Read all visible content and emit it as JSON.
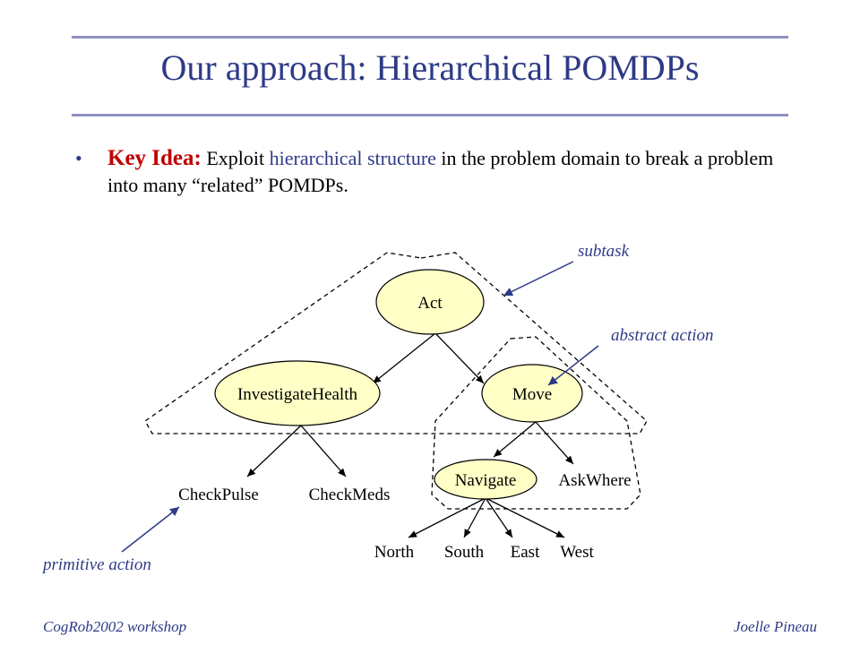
{
  "slide": {
    "title": "Our approach: Hierarchical POMDPs",
    "bullet": {
      "key_label": "Key Idea",
      "colon": ":",
      "text_before": " Exploit ",
      "highlight": "hierarchical structure",
      "text_after": " in the problem domain to break a problem into many “related” POMDPs."
    }
  },
  "diagram": {
    "nodes": {
      "act": "Act",
      "investigate_health": "InvestigateHealth",
      "move": "Move",
      "navigate": "Navigate",
      "ask_where": "AskWhere",
      "check_pulse": "CheckPulse",
      "check_meds": "CheckMeds",
      "north": "North",
      "south": "South",
      "east": "East",
      "west": "West"
    },
    "annotations": {
      "subtask": "subtask",
      "abstract_action": "abstract action",
      "primitive_action": "primitive action"
    },
    "colors": {
      "node_fill": "#ffffc6",
      "annotation": "#2e3a87",
      "accent_key": "#c00000"
    }
  },
  "footer": {
    "left": "CogRob2002 workshop",
    "right": "Joelle Pineau"
  }
}
